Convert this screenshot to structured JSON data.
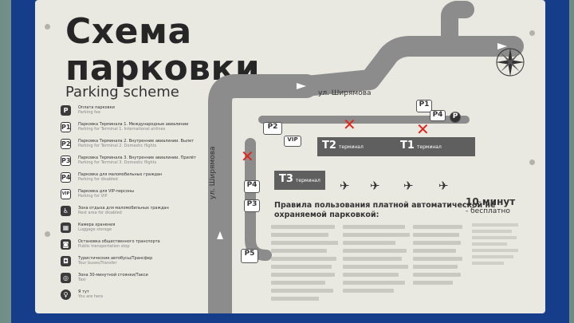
{
  "title_line1": "Схема",
  "title_line2": "парковки",
  "subtitle": "Parking scheme",
  "street_top": "ул. Ширямова",
  "street_side": "ул. Ширямова",
  "legend": [
    {
      "icon": "P",
      "ru": "Оплата парковки",
      "en": "Parking fee"
    },
    {
      "icon": "P1",
      "ru": "Парковка Терминала 1. Международные авиалинии",
      "en": "Parking for Terminal 1. International airlines"
    },
    {
      "icon": "P2",
      "ru": "Парковка Терминала 2. Внутренние авиалинии. Вылет",
      "en": "Parking for Terminal 2. Domestic flights"
    },
    {
      "icon": "P3",
      "ru": "Парковка Терминала 3. Внутренние авиалинии. Прилёт",
      "en": "Parking for Terminal 3. Domestic flights"
    },
    {
      "icon": "P4",
      "ru": "Парковка для маломобильных граждан",
      "en": "Parking for disabled"
    },
    {
      "icon": "VIP",
      "ru": "Парковка для VIP-персоны",
      "en": "Parking for VIP"
    },
    {
      "icon": "♿",
      "ru": "Зона отдыха для маломобильных граждан",
      "en": "Rest area for disabled"
    },
    {
      "icon": "▦",
      "ru": "Камера хранения",
      "en": "Luggage storage"
    },
    {
      "icon": "◙",
      "ru": "Остановка общественного транспорта",
      "en": "Public transportation stop"
    },
    {
      "icon": "◘",
      "ru": "Туристические автобусы/Трансфер",
      "en": "Tour buses/Transfer"
    },
    {
      "icon": "◎",
      "ru": "Зона 30-минутной стоянки/Такси",
      "en": "Taxi"
    },
    {
      "icon": "♀",
      "ru": "Я тут",
      "en": "You are here"
    }
  ],
  "zones": {
    "p1": "P1",
    "p2": "P2",
    "p3": "P3",
    "p4a": "P4",
    "p4b": "P4",
    "p5": "P5",
    "vip": "VIP",
    "p": "P"
  },
  "terminals": {
    "t1": "T1",
    "t1_sub": "терминал",
    "t2": "T2",
    "t2_sub": "терминал",
    "t3": "T3",
    "t3_sub": "терминал"
  },
  "rules_title": "Правила пользования платной автоматической не охраняемой парковкой:",
  "free_big": "10 минут",
  "free_small": "- бесплатно",
  "colors": {
    "frame": "#163d8a",
    "board": "#e9e8e1",
    "road": "#8c8c8c",
    "terminal": "#5f5f5f",
    "closed_mark": "#e3241b"
  }
}
